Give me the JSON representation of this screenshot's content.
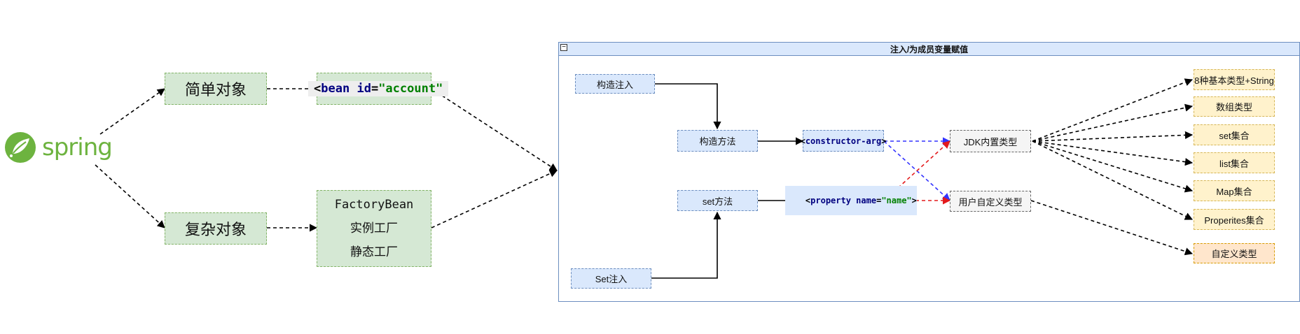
{
  "logo": {
    "text": "spring",
    "brand_color": "#6db33f"
  },
  "left": {
    "simple": "简单对象",
    "complex": "复杂对象",
    "bean_tag": {
      "open": "<",
      "tag": "bean",
      "attr": "id",
      "eq": "=",
      "value": "\"account\""
    },
    "factory": [
      "FactoryBean",
      "实例工厂",
      "静态工厂"
    ]
  },
  "panel": {
    "title": "注入/为成员变量赋值",
    "collapse_symbol": "−",
    "ctor_inject": "构造注入",
    "set_inject": "Set注入",
    "ctor_method": "构造方法",
    "set_method": "set方法",
    "ctor_arg": {
      "open": "<",
      "tag": "constructor-arg",
      "close": ">"
    },
    "property": {
      "open": "<",
      "tag": "property",
      "attr": "name",
      "eq": "=",
      "value": "\"name\"",
      "close": ">"
    },
    "jdk_types": "JDK内置类型",
    "user_types": "用户自定义类型",
    "targets": [
      "8种基本类型+String",
      "数组类型",
      "set集合",
      "list集合",
      "Map集合",
      "Properites集合"
    ],
    "custom_target": "自定义类型"
  },
  "colors": {
    "red_arrow": "#e31a1c",
    "blue_arrow": "#3333ff"
  }
}
